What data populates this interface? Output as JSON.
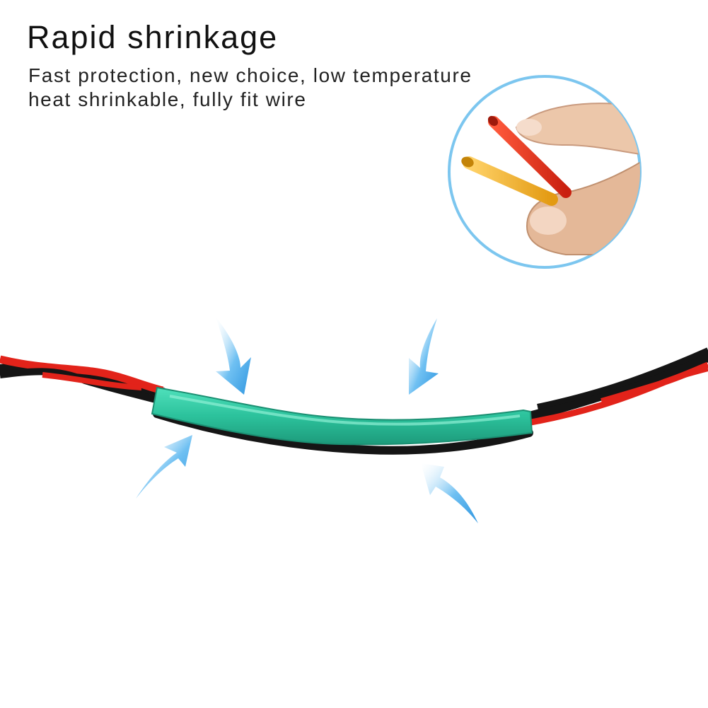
{
  "text": {
    "title": "Rapid shrinkage",
    "line1": "Fast protection, new choice, low temperature",
    "line2": "heat shrinkable, fully fit wire"
  },
  "colors": {
    "wire_red": "#e2231a",
    "wire_black": "#151515",
    "sleeve_green": "#2fc7a0",
    "arrow_blue": "#3aa0e6",
    "circle_blue": "#7cc6ef",
    "tube_red": "#e0301e",
    "tube_yellow": "#f3b22b",
    "skin": "#e9c2a4"
  },
  "icons": {
    "compression_arrow": "arrow-icon",
    "inset_circle": "magnifier-circle"
  }
}
